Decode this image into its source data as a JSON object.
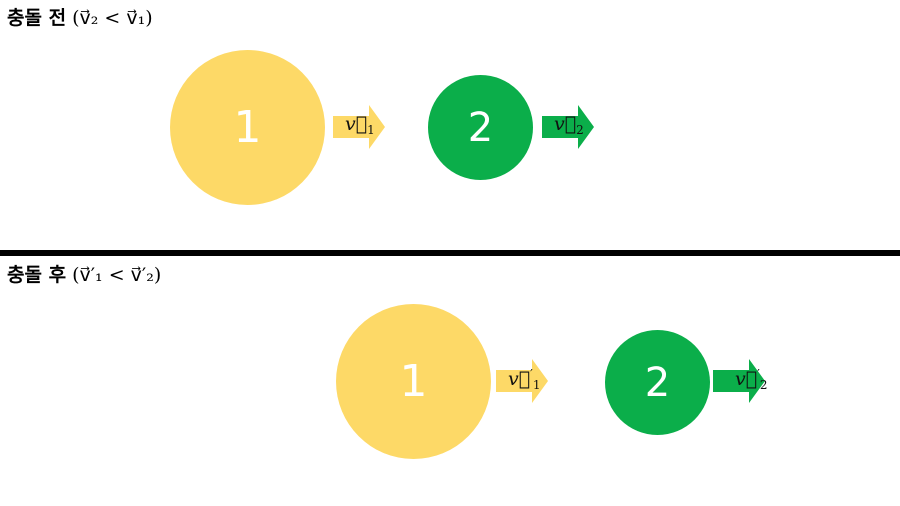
{
  "before": {
    "title": "충돌 전",
    "condition": "(v⃗₂ < v⃗₁)",
    "ball1_label": "1",
    "ball2_label": "2",
    "arrow1_symbol": "v⃗",
    "arrow1_sub": "1",
    "arrow2_symbol": "v⃗",
    "arrow2_sub": "2"
  },
  "after": {
    "title": "충돌 후",
    "condition": "(v⃗′₁ < v⃗′₂)",
    "ball1_label": "1",
    "ball2_label": "2",
    "arrow1_symbol": "v⃗",
    "arrow1_prime": "′",
    "arrow1_sub": "1",
    "arrow2_symbol": "v⃗",
    "arrow2_prime": "′",
    "arrow2_sub": "2"
  },
  "colors": {
    "ball1": "#FDD967",
    "ball2": "#0BAE4A",
    "divider": "#000000"
  }
}
